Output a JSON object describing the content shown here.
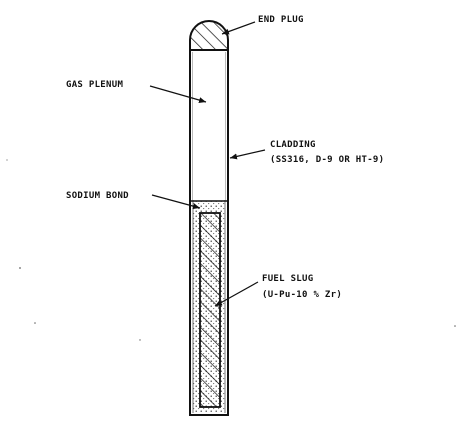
{
  "labels": {
    "end_plug": "END PLUG",
    "gas_plenum": "GAS PLENUM",
    "cladding": "CLADDING",
    "cladding_materials": "(SS316, D-9 OR HT-9)",
    "sodium_bond": "SODIUM BOND",
    "fuel_slug": "FUEL SLUG",
    "fuel_composition": "(U-Pu-10 % Zr)"
  }
}
